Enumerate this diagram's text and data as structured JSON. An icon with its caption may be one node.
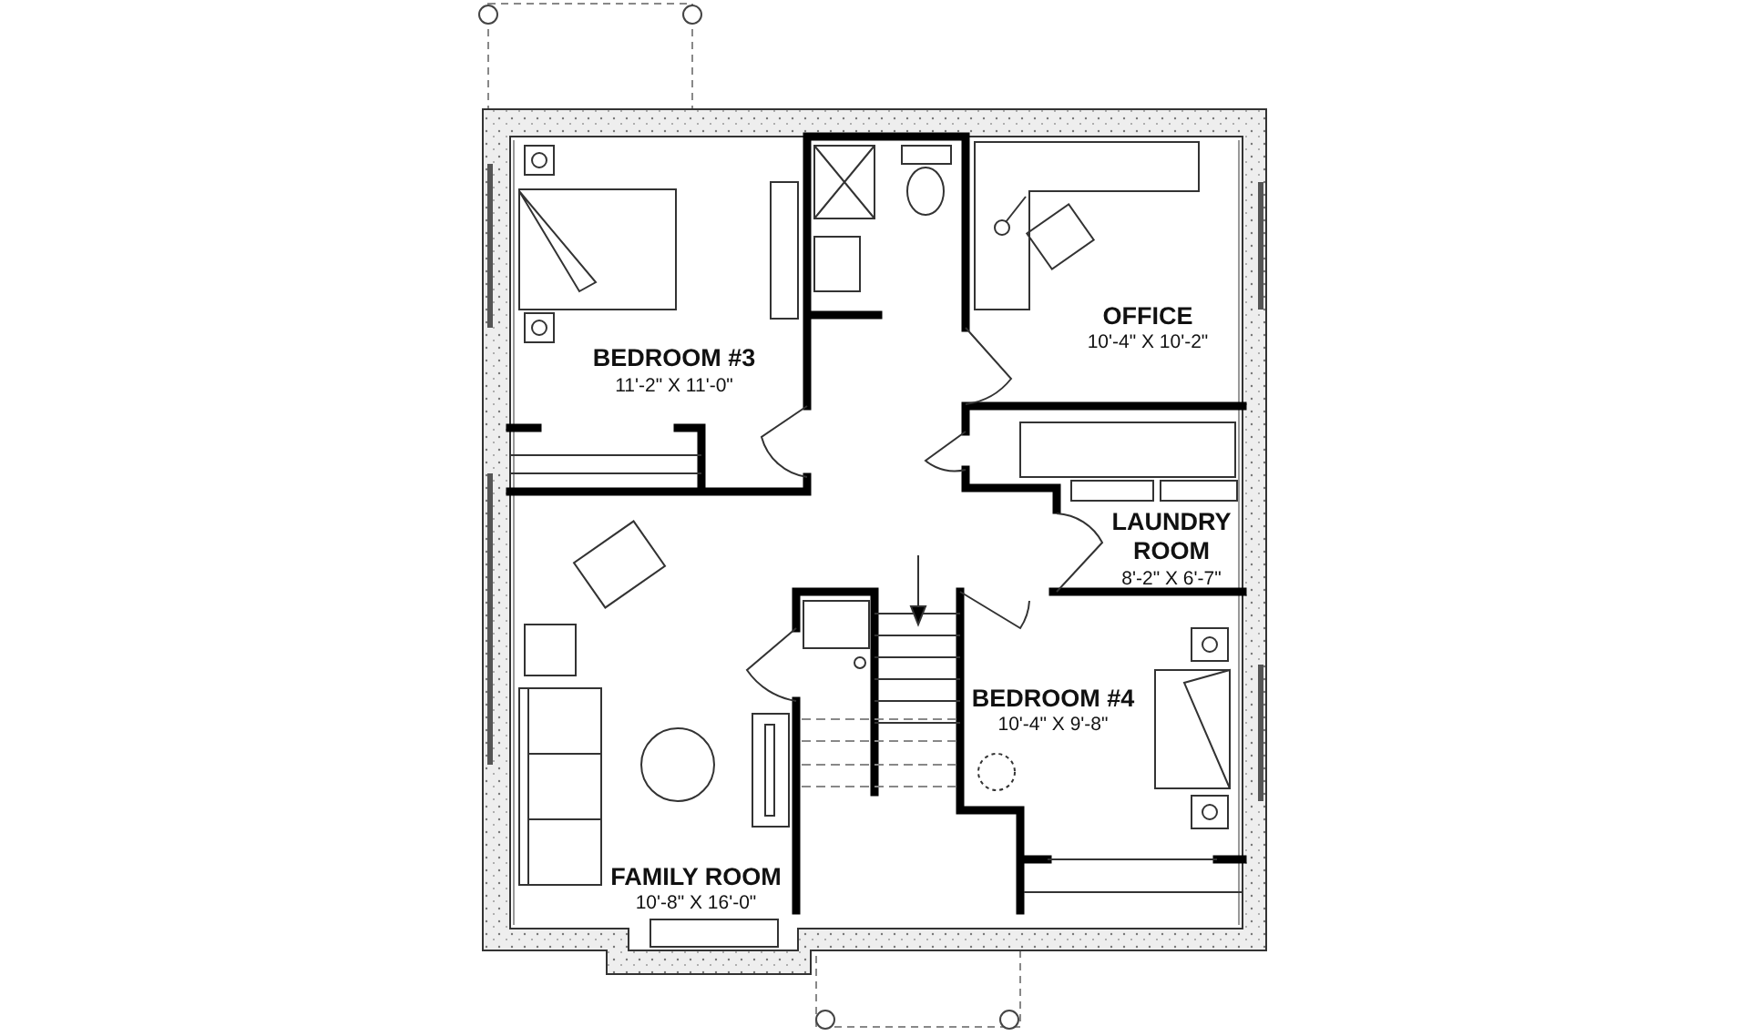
{
  "diagram": {
    "labels": [
      "BEDROOM #3",
      "11'-2\" X 11'-0\"",
      "OFFICE",
      "10'-4\" X 10'-2\"",
      "LAUNDRY ROOM",
      "8'-2\" X 6'-7\"",
      "BEDROOM #4",
      "10'-4\" X 9'-8\"",
      "FAMILY ROOM",
      "10'-8\" X 16'-0\""
    ]
  }
}
